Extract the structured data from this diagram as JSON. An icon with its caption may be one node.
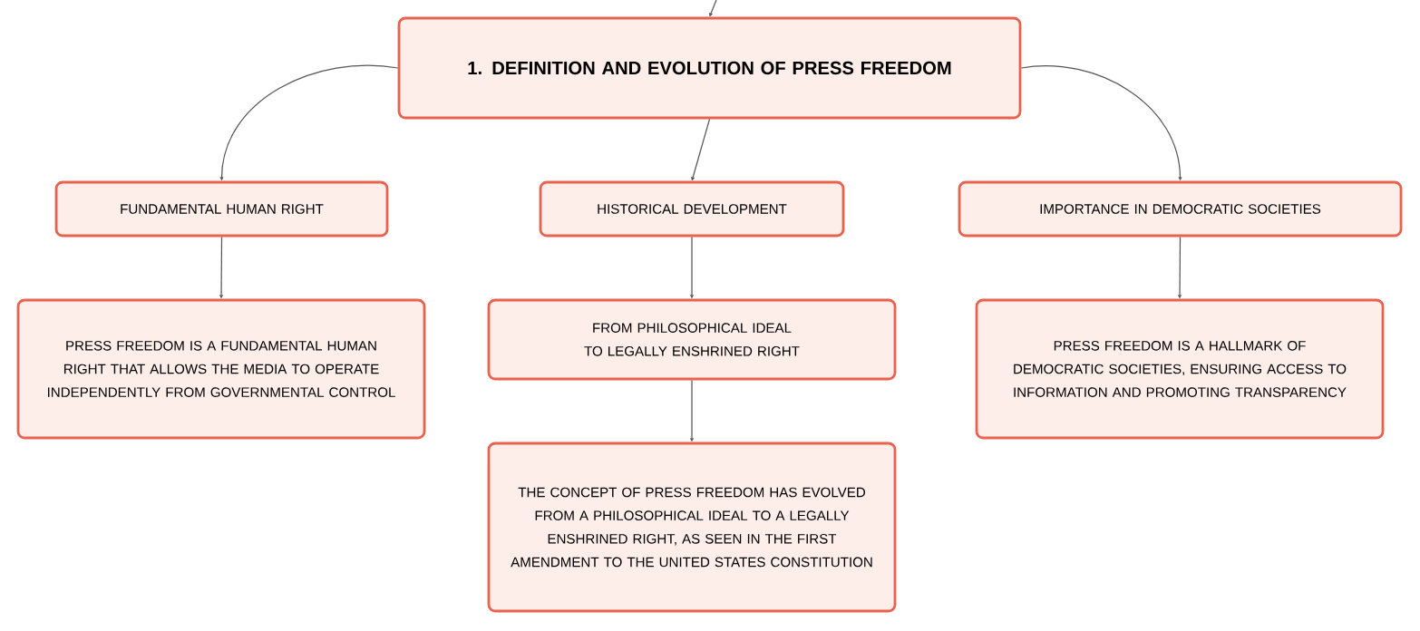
{
  "diagram": {
    "nodes": [
      {
        "text": [
          "1. DEFINITION AND EVOLUTION OF PRESS FREEDOM"
        ]
      },
      {
        "text": [
          "FUNDAMENTAL HUMAN RIGHT"
        ]
      },
      {
        "text": [
          "HISTORICAL DEVELOPMENT"
        ]
      },
      {
        "text": [
          "IMPORTANCE IN DEMOCRATIC SOCIETIES"
        ]
      },
      {
        "text": [
          "PRESS FREEDOM IS A FUNDAMENTAL HUMAN RIGHT THAT ALLOWS THE MEDIA TO OPERATE INDEPENDENTLY FROM GOVERNMENTAL CONTROL"
        ]
      },
      {
        "text": [
          "FROM PHILOSOPHICAL IDEAL TO LEGALLY ENSHRINED RIGHT"
        ]
      },
      {
        "text": [
          "PRESS FREEDOM IS A HALLMARK OF DEMOCRATIC SOCIETIES, ENSURING ACCESS TO INFORMATION AND PROMOTING TRANSPARENCY"
        ]
      },
      {
        "text": [
          "THE CONCEPT OF PRESS FREEDOM HAS EVOLVED FROM A PHILOSOPHICAL IDEAL TO A LEGALLY ENSHRINED RIGHT, AS SEEN IN THE FIRST AMENDMENT TO THE UNITED STATES CONSTITUTION"
        ]
      }
    ],
    "edges": [
      {
        "from": null,
        "to": 0,
        "arrow": "to"
      },
      {
        "from": 0,
        "to": 1,
        "arrow": "to"
      },
      {
        "from": 0,
        "to": 2,
        "arrow": "to"
      },
      {
        "from": 0,
        "to": 3,
        "arrow": "to"
      },
      {
        "from": 1,
        "to": 4,
        "arrow": "to"
      },
      {
        "from": 2,
        "to": 5,
        "arrow": "to"
      },
      {
        "from": 5,
        "to": 7,
        "arrow": "to"
      },
      {
        "from": 3,
        "to": 6,
        "arrow": "to"
      }
    ]
  }
}
